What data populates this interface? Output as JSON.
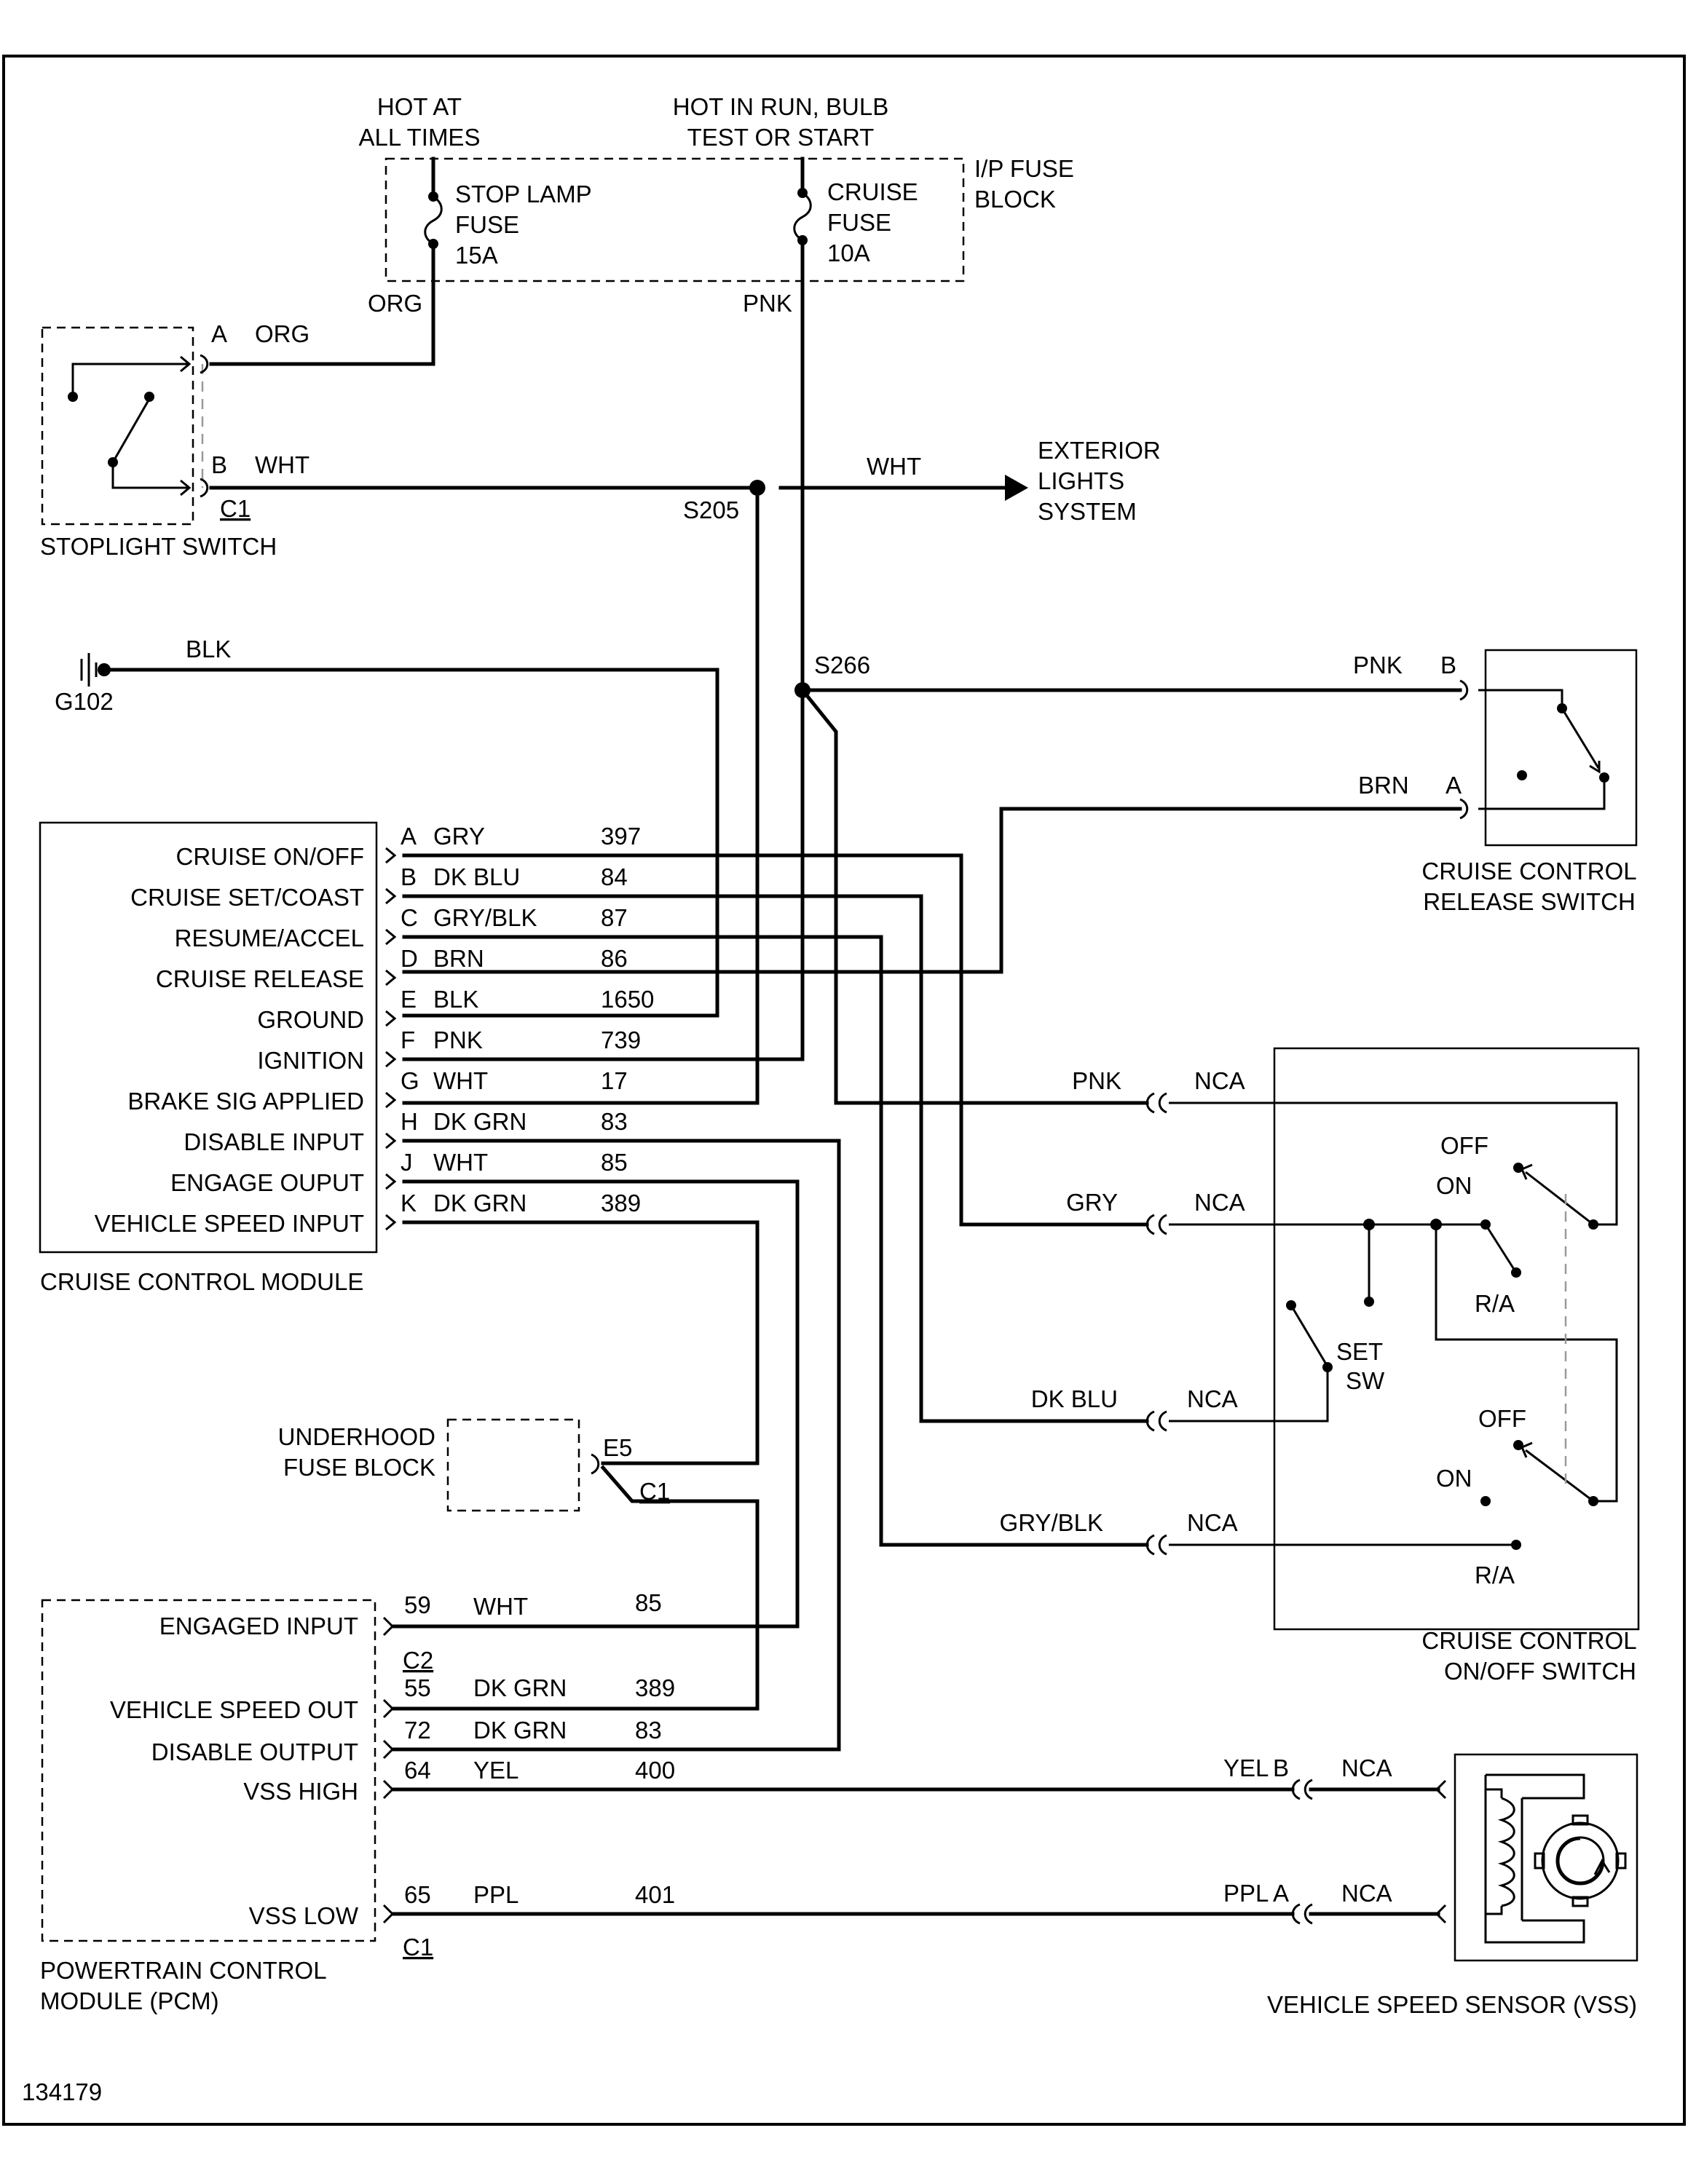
{
  "figure_id": "134179",
  "fuse_block": {
    "hot_at_all_times": [
      "HOT AT",
      "ALL TIMES"
    ],
    "hot_in_run": [
      "HOT IN RUN, BULB",
      "TEST OR START"
    ],
    "block_label": [
      "I/P FUSE",
      "BLOCK"
    ],
    "stop_lamp_fuse": [
      "STOP LAMP",
      "FUSE",
      "15A"
    ],
    "cruise_fuse": [
      "CRUISE",
      "FUSE",
      "10A"
    ],
    "org": "ORG",
    "pnk": "PNK"
  },
  "stoplight_switch": {
    "label": "STOPLIGHT SWITCH",
    "pin_a": "A",
    "pin_a_color": "ORG",
    "pin_b": "B",
    "pin_b_color": "WHT",
    "connector": "C1"
  },
  "splices": {
    "s205": "S205",
    "s266": "S266",
    "wht_out": "WHT",
    "exterior_lights": [
      "EXTERIOR",
      "LIGHTS",
      "SYSTEM"
    ]
  },
  "ground": {
    "id": "G102",
    "wire": "BLK"
  },
  "cruise_module": {
    "label": "CRUISE CONTROL MODULE",
    "pins": [
      {
        "name": "CRUISE ON/OFF",
        "pin": "A",
        "color": "GRY",
        "circuit": "397"
      },
      {
        "name": "CRUISE SET/COAST",
        "pin": "B",
        "color": "DK BLU",
        "circuit": "84"
      },
      {
        "name": "RESUME/ACCEL",
        "pin": "C",
        "color": "GRY/BLK",
        "circuit": "87"
      },
      {
        "name": "CRUISE RELEASE",
        "pin": "D",
        "color": "BRN",
        "circuit": "86"
      },
      {
        "name": "GROUND",
        "pin": "E",
        "color": "BLK",
        "circuit": "1650"
      },
      {
        "name": "IGNITION",
        "pin": "F",
        "color": "PNK",
        "circuit": "739"
      },
      {
        "name": "BRAKE SIG APPLIED",
        "pin": "G",
        "color": "WHT",
        "circuit": "17"
      },
      {
        "name": "DISABLE INPUT",
        "pin": "H",
        "color": "DK GRN",
        "circuit": "83"
      },
      {
        "name": "ENGAGE OUPUT",
        "pin": "J",
        "color": "WHT",
        "circuit": "85"
      },
      {
        "name": "VEHICLE SPEED INPUT",
        "pin": "K",
        "color": "DK GRN",
        "circuit": "389"
      }
    ]
  },
  "release_switch": {
    "label": [
      "CRUISE CONTROL",
      "RELEASE SWITCH"
    ],
    "pnk": "PNK",
    "pin_b": "B",
    "brn": "BRN",
    "pin_a": "A"
  },
  "onoff_switch": {
    "label": [
      "CRUISE CONTROL",
      "ON/OFF SWITCH"
    ],
    "wires": [
      {
        "color": "PNK",
        "conn": "NCA"
      },
      {
        "color": "GRY",
        "conn": "NCA"
      },
      {
        "color": "DK BLU",
        "conn": "NCA"
      },
      {
        "color": "GRY/BLK",
        "conn": "NCA"
      }
    ],
    "off1": "OFF",
    "on1": "ON",
    "ra1": "R/A",
    "set_sw": [
      "SET",
      "SW"
    ],
    "off2": "OFF",
    "on2": "ON",
    "ra2": "R/A"
  },
  "underhood": {
    "label": [
      "UNDERHOOD",
      "FUSE BLOCK"
    ],
    "pin": "E5",
    "connector": "C1"
  },
  "pcm": {
    "label": [
      "POWERTRAIN CONTROL",
      "MODULE (PCM)"
    ],
    "pins": [
      {
        "name": "ENGAGED INPUT",
        "pin": "59",
        "color": "WHT",
        "circuit": "85"
      },
      {
        "name": "VEHICLE SPEED OUT",
        "pin": "55",
        "color": "DK GRN",
        "circuit": "389"
      },
      {
        "name": "DISABLE OUTPUT",
        "pin": "72",
        "color": "DK GRN",
        "circuit": "83"
      },
      {
        "name": "VSS HIGH",
        "pin": "64",
        "color": "YEL",
        "circuit": "400"
      },
      {
        "name": "VSS LOW",
        "pin": "65",
        "color": "PPL",
        "circuit": "401"
      }
    ],
    "connector_c2": "C2",
    "connector_c1": "C1"
  },
  "vss": {
    "label": "VEHICLE SPEED SENSOR (VSS)",
    "yel": "YEL",
    "pin_b": "B",
    "nca_b": "NCA",
    "ppl": "PPL",
    "pin_a": "A",
    "nca_a": "NCA"
  }
}
